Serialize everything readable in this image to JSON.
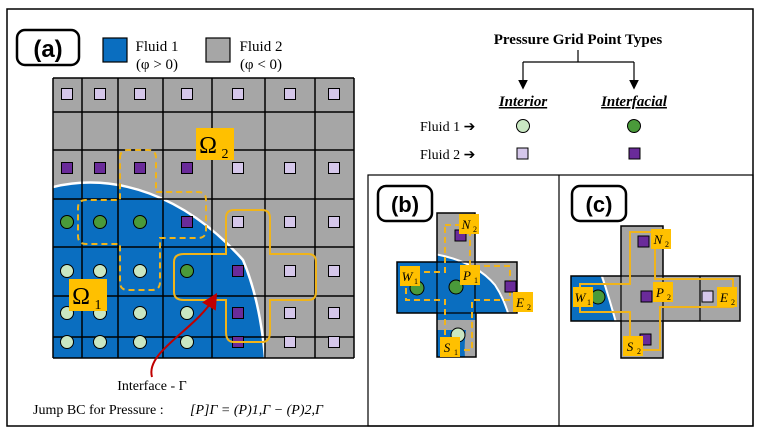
{
  "panel_a": {
    "label": "(a)",
    "legend": {
      "fluid1_name": "Fluid 1",
      "fluid1_cond": "(φ > 0)",
      "fluid2_name": "Fluid 2",
      "fluid2_cond": "(φ < 0)"
    },
    "omega1": {
      "base": "Ω",
      "sub": "1"
    },
    "omega2": {
      "base": "Ω",
      "sub": "2"
    },
    "interface_label": "Interface - Γ",
    "jump_bc": {
      "prefix": "Jump BC for Pressure :",
      "formula": "[P]Γ = (P)1,Γ − (P)2,Γ"
    }
  },
  "types_legend": {
    "title": "Pressure Grid Point Types",
    "interior": "Interior",
    "interfacial": "Interfacial",
    "fluid1_row": "Fluid 1 ➔",
    "fluid2_row": "Fluid 2 ➔"
  },
  "panel_b": {
    "label": "(b)",
    "stencil": {
      "N": {
        "base": "N",
        "sub": "2"
      },
      "W": {
        "base": "W",
        "sub": "1"
      },
      "P": {
        "base": "P",
        "sub": "1"
      },
      "E": {
        "base": "E",
        "sub": "2"
      },
      "S": {
        "base": "S",
        "sub": "1"
      }
    }
  },
  "panel_c": {
    "label": "(c)",
    "stencil": {
      "N": {
        "base": "N",
        "sub": "2"
      },
      "W": {
        "base": "W",
        "sub": "1"
      },
      "P": {
        "base": "P",
        "sub": "2"
      },
      "E": {
        "base": "E",
        "sub": "2"
      },
      "S": {
        "base": "S",
        "sub": "2"
      }
    }
  },
  "colors": {
    "fluid1_blue": "#0a6ec0",
    "fluid2_gray": "#a6a6a6",
    "interior_circle": "#c9e7c2",
    "interfacial_circle": "#4a9a3a",
    "interior_square": "#d5c7ea",
    "interfacial_square": "#6a2b9a",
    "label_orange": "#ffc000",
    "stencil_outline": "#f0b41a",
    "arrow_red": "#c00000"
  }
}
